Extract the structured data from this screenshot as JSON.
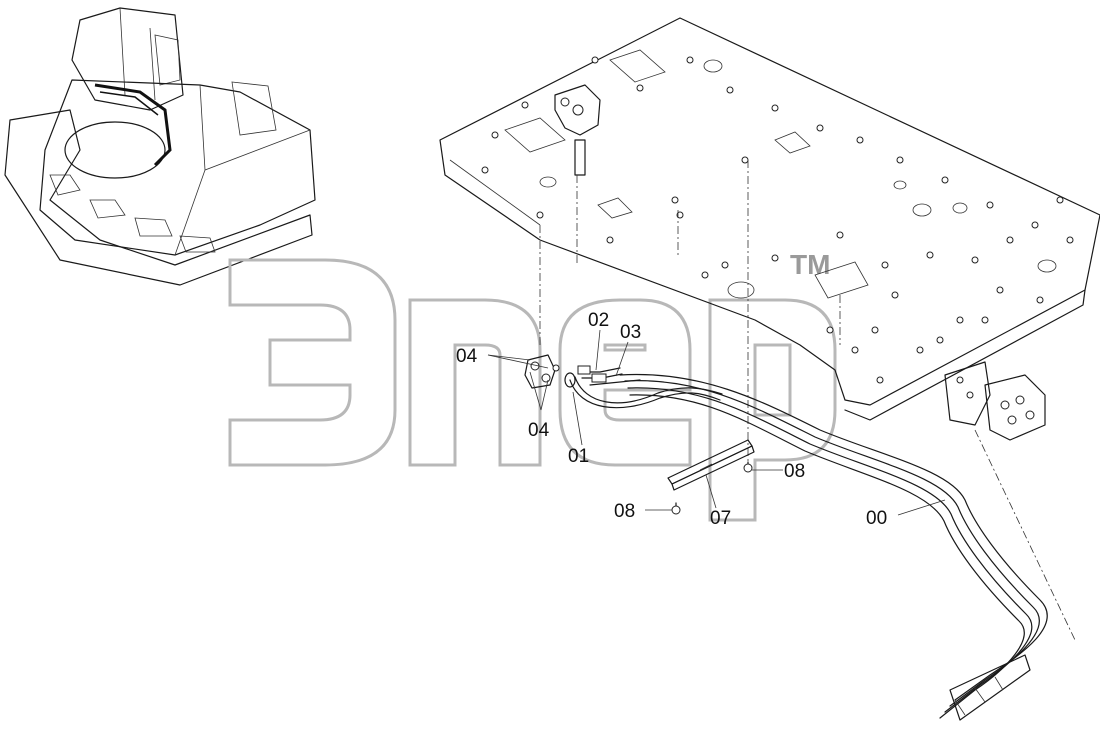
{
  "watermark": {
    "text": "ЭПЕР",
    "trademark": "TM"
  },
  "callouts": [
    {
      "id": "c04a",
      "text": "04"
    },
    {
      "id": "c04b",
      "text": "04"
    },
    {
      "id": "c02",
      "text": "02"
    },
    {
      "id": "c03",
      "text": "03"
    },
    {
      "id": "c01",
      "text": "01"
    },
    {
      "id": "c07",
      "text": "07"
    },
    {
      "id": "c08a",
      "text": "08"
    },
    {
      "id": "c08b",
      "text": "08"
    },
    {
      "id": "c00",
      "text": "00"
    }
  ],
  "colors": {
    "line": "#1a1a1a",
    "watermark": "#b8b8b8",
    "background": "#ffffff"
  }
}
